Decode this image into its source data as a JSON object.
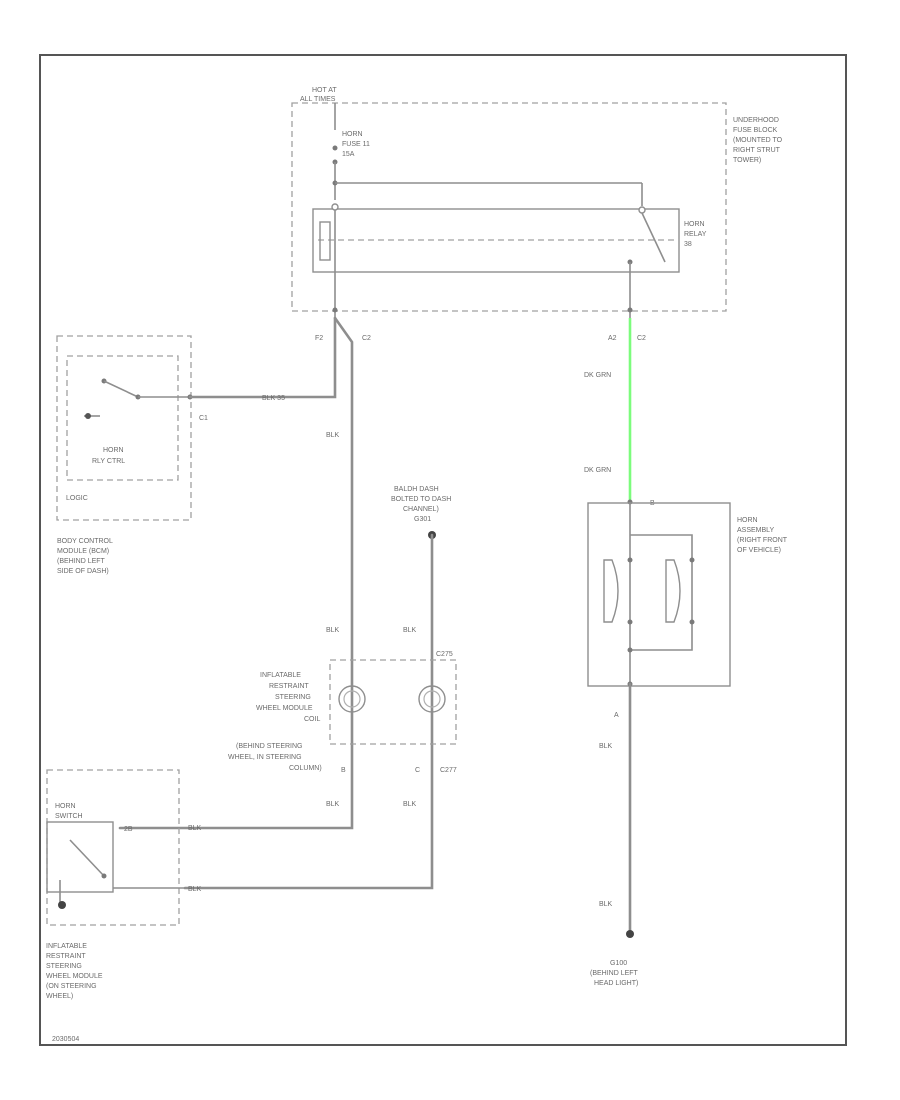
{
  "colors": {
    "wire": "#8e8e8e",
    "highlight_wire": "#7CFC7C",
    "frame": "#555555"
  },
  "fuse_block": {
    "hot_at": [
      "HOT AT",
      "ALL TIMES"
    ],
    "fuse": [
      "HORN",
      "FUSE 11",
      "15A"
    ],
    "name": [
      "UNDERHOOD",
      "FUSE BLOCK",
      "(MOUNTED TO",
      "RIGHT STRUT",
      "TOWER)"
    ],
    "relay": [
      "HORN",
      "RELAY",
      "38"
    ],
    "pin_left": "F2",
    "conn_left": "C2",
    "pin_right": "A2",
    "conn_right": "C2"
  },
  "bcm": {
    "inner": [
      "HORN",
      "RLY CTRL"
    ],
    "logic": "LOGIC",
    "name": [
      "BODY CONTROL",
      "MODULE (BCM)",
      "(BEHIND LEFT",
      "SIDE OF DASH)"
    ],
    "conn": "C1",
    "wire": "BLK 35"
  },
  "wires": {
    "blk": "BLK",
    "dk_grn": "DK GRN"
  },
  "ground_bolt": [
    "BALDH DASH",
    "BOLTED TO DASH",
    "CHANNEL)",
    "G301"
  ],
  "coil": {
    "name": [
      "INFLATABLE",
      "RESTRAINT",
      "STEERING",
      "WHEEL MODULE",
      "COIL",
      "(BEHIND STEERING",
      "WHEEL, IN STEERING",
      "COLUMN)"
    ],
    "conn_top": "C275",
    "conn_bottom": "C277",
    "pin_b": "B",
    "pin_c": "C"
  },
  "horn_switch": {
    "name": [
      "HORN",
      "SWITCH"
    ],
    "side": "SWITCH",
    "pin": "2B",
    "module": [
      "INFLATABLE",
      "RESTRAINT",
      "STEERING",
      "WHEEL MODULE",
      "(ON STEERING",
      "WHEEL)"
    ]
  },
  "horn_assembly": {
    "pin_b": "B",
    "name": [
      "HORN",
      "ASSEMBLY",
      "(RIGHT FRONT",
      "OF VEHICLE)"
    ],
    "pin_a": "A"
  },
  "ground_bottom": [
    "G100",
    "(BEHIND LEFT",
    "HEAD LIGHT)"
  ],
  "footer": "2030504"
}
